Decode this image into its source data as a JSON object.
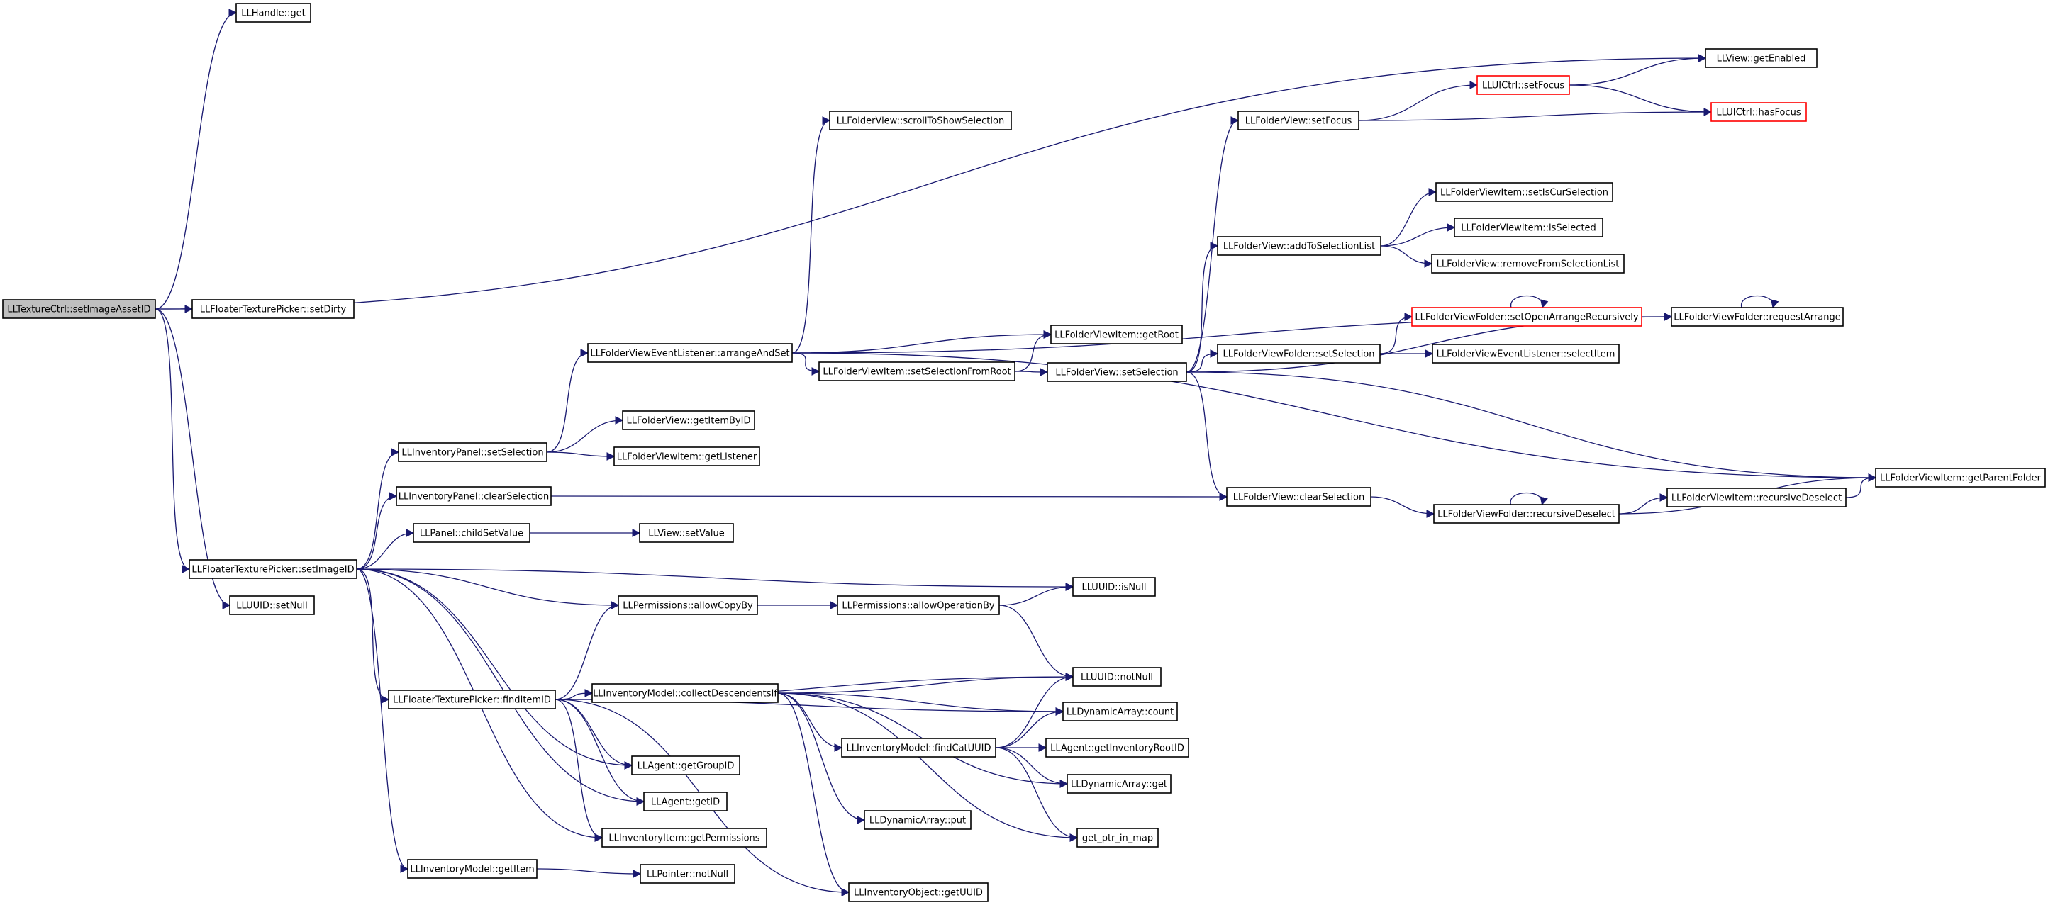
{
  "graph": {
    "edge_color": "#191970",
    "red_border_color": "#ff0000",
    "root_fill": "#bfbfbf",
    "nodes": [
      {
        "id": "texturectrl_setimageassetid",
        "label": "LLTextureCtrl::setImageAssetID",
        "style": "root"
      },
      {
        "id": "handle_get",
        "label": "LLHandle::get"
      },
      {
        "id": "view_getenabled",
        "label": "LLView::getEnabled"
      },
      {
        "id": "uictrl_setfocus",
        "label": "LLUICtrl::setFocus",
        "style": "red"
      },
      {
        "id": "uictrl_hasfocus",
        "label": "LLUICtrl::hasFocus",
        "style": "red"
      },
      {
        "id": "folderview_scrolltoshowselection",
        "label": "LLFolderView::scrollToShowSelection"
      },
      {
        "id": "folderview_setfocus",
        "label": "LLFolderView::setFocus"
      },
      {
        "id": "folderviewitem_setiscurselection",
        "label": "LLFolderViewItem::setIsCurSelection"
      },
      {
        "id": "folderview_addtoselectionlist",
        "label": "LLFolderView::addToSelectionList"
      },
      {
        "id": "folderviewitem_isselected",
        "label": "LLFolderViewItem::isSelected"
      },
      {
        "id": "folderview_removefromselectionlist",
        "label": "LLFolderView::removeFromSelectionList"
      },
      {
        "id": "floatertexturepicker_setdirty",
        "label": "LLFloaterTexturePicker::setDirty"
      },
      {
        "id": "folderviewfolder_setopenarrangerecursively",
        "label": "LLFolderViewFolder::setOpenArrangeRecursively",
        "style": "red"
      },
      {
        "id": "folderviewfolder_requestarrange",
        "label": "LLFolderViewFolder::requestArrange"
      },
      {
        "id": "folderviewitem_getroot",
        "label": "LLFolderViewItem::getRoot"
      },
      {
        "id": "folderviewfolder_setselection",
        "label": "LLFolderViewFolder::setSelection"
      },
      {
        "id": "folderviewventlistener_selectitem",
        "label": "LLFolderViewEventListener::selectItem"
      },
      {
        "id": "folderviewventlistener_arrangeandset",
        "label": "LLFolderViewEventListener::arrangeAndSet"
      },
      {
        "id": "folderviewitem_setselectionfromroot",
        "label": "LLFolderViewItem::setSelectionFromRoot"
      },
      {
        "id": "folderview_setselection",
        "label": "LLFolderView::setSelection"
      },
      {
        "id": "folderview_getitembyid",
        "label": "LLFolderView::getItemByID"
      },
      {
        "id": "inventorypanel_setselection",
        "label": "LLInventoryPanel::setSelection"
      },
      {
        "id": "folderviewitem_getlistener",
        "label": "LLFolderViewItem::getListener"
      },
      {
        "id": "folderviewitem_getparentfolder",
        "label": "LLFolderViewItem::getParentFolder"
      },
      {
        "id": "inventorypanel_clearselection",
        "label": "LLInventoryPanel::clearSelection"
      },
      {
        "id": "folderview_clearselection",
        "label": "LLFolderView::clearSelection"
      },
      {
        "id": "folderviewitem_recursivedeselect",
        "label": "LLFolderViewItem::recursiveDeselect"
      },
      {
        "id": "folderviewfolder_recursivedeselect",
        "label": "LLFolderViewFolder::recursiveDeselect"
      },
      {
        "id": "panel_childsetvalue",
        "label": "LLPanel::childSetValue"
      },
      {
        "id": "view_setvalue",
        "label": "LLView::setValue"
      },
      {
        "id": "floatertexturepicker_setimageid",
        "label": "LLFloaterTexturePicker::setImageID"
      },
      {
        "id": "uuid_isnull",
        "label": "LLUUID::isNull"
      },
      {
        "id": "uuid_setnull",
        "label": "LLUUID::setNull"
      },
      {
        "id": "permissions_allowcopyby",
        "label": "LLPermissions::allowCopyBy"
      },
      {
        "id": "permissions_allowoperationby",
        "label": "LLPermissions::allowOperationBy"
      },
      {
        "id": "uuid_notnull",
        "label": "LLUUID::notNull"
      },
      {
        "id": "floatertexturepicker_finditemid",
        "label": "LLFloaterTexturePicker::findItemID"
      },
      {
        "id": "inventorymodel_collectdescendentsif",
        "label": "LLInventoryModel::collectDescendentsIf"
      },
      {
        "id": "dynamicarray_count",
        "label": "LLDynamicArray::count"
      },
      {
        "id": "inventorymodel_findcatuuid",
        "label": "LLInventoryModel::findCatUUID"
      },
      {
        "id": "agent_getinventoryrootid",
        "label": "LLAgent::getInventoryRootID"
      },
      {
        "id": "agent_getgroupid",
        "label": "LLAgent::getGroupID"
      },
      {
        "id": "dynamicarray_get",
        "label": "LLDynamicArray::get"
      },
      {
        "id": "agent_getid",
        "label": "LLAgent::getID"
      },
      {
        "id": "dynamicarray_put",
        "label": "LLDynamicArray::put"
      },
      {
        "id": "inventoryitem_getpermissions",
        "label": "LLInventoryItem::getPermissions"
      },
      {
        "id": "get_ptr_in_map",
        "label": "get_ptr_in_map"
      },
      {
        "id": "inventorymodel_getitem",
        "label": "LLInventoryModel::getItem"
      },
      {
        "id": "pointer_notnull",
        "label": "LLPointer::notNull"
      },
      {
        "id": "inventoryobject_getuuid",
        "label": "LLInventoryObject::getUUID"
      }
    ],
    "edges": [
      {
        "from": "texturectrl_setimageassetid",
        "to": "handle_get"
      },
      {
        "from": "texturectrl_setimageassetid",
        "to": "view_getenabled"
      },
      {
        "from": "texturectrl_setimageassetid",
        "to": "floatertexturepicker_setdirty"
      },
      {
        "from": "texturectrl_setimageassetid",
        "to": "floatertexturepicker_setimageid"
      },
      {
        "from": "texturectrl_setimageassetid",
        "to": "uuid_setnull"
      },
      {
        "from": "uictrl_setfocus",
        "to": "view_getenabled"
      },
      {
        "from": "uictrl_setfocus",
        "to": "uictrl_hasfocus"
      },
      {
        "from": "folderview_setfocus",
        "to": "uictrl_setfocus"
      },
      {
        "from": "folderview_setfocus",
        "to": "uictrl_hasfocus"
      },
      {
        "from": "folderview_addtoselectionlist",
        "to": "folderviewitem_setiscurselection"
      },
      {
        "from": "folderview_addtoselectionlist",
        "to": "folderviewitem_isselected"
      },
      {
        "from": "folderview_addtoselectionlist",
        "to": "folderview_removefromselectionlist"
      },
      {
        "from": "folderviewfolder_setopenarrangerecursively",
        "to": "folderviewfolder_setopenarrangerecursively"
      },
      {
        "from": "folderviewfolder_setopenarrangerecursively",
        "to": "folderviewfolder_requestarrange"
      },
      {
        "from": "folderviewfolder_requestarrange",
        "to": "folderviewfolder_requestarrange"
      },
      {
        "from": "folderviewfolder_setselection",
        "to": "folderviewfolder_setopenarrangerecursively"
      },
      {
        "from": "folderviewfolder_setselection",
        "to": "folderviewventlistener_selectitem"
      },
      {
        "from": "folderviewventlistener_arrangeandset",
        "to": "folderview_scrolltoshowselection"
      },
      {
        "from": "folderviewventlistener_arrangeandset",
        "to": "folderviewfolder_requestarrange"
      },
      {
        "from": "folderviewventlistener_arrangeandset",
        "to": "folderviewitem_getroot"
      },
      {
        "from": "folderviewventlistener_arrangeandset",
        "to": "folderviewitem_setselectionfromroot"
      },
      {
        "from": "folderviewventlistener_arrangeandset",
        "to": "folderviewitem_getparentfolder"
      },
      {
        "from": "folderviewitem_setselectionfromroot",
        "to": "folderviewitem_getroot"
      },
      {
        "from": "folderviewitem_setselectionfromroot",
        "to": "folderview_setselection"
      },
      {
        "from": "folderview_setselection",
        "to": "folderview_setfocus"
      },
      {
        "from": "folderview_setselection",
        "to": "folderview_addtoselectionlist"
      },
      {
        "from": "folderview_setselection",
        "to": "folderviewfolder_setselection"
      },
      {
        "from": "folderview_setselection",
        "to": "folderviewfolder_requestarrange"
      },
      {
        "from": "folderview_setselection",
        "to": "folderviewitem_getparentfolder"
      },
      {
        "from": "folderview_setselection",
        "to": "folderview_clearselection"
      },
      {
        "from": "inventorypanel_setselection",
        "to": "folderviewventlistener_arrangeandset"
      },
      {
        "from": "inventorypanel_setselection",
        "to": "folderview_getitembyid"
      },
      {
        "from": "inventorypanel_setselection",
        "to": "folderviewitem_getlistener"
      },
      {
        "from": "inventorypanel_clearselection",
        "to": "folderview_clearselection"
      },
      {
        "from": "folderview_clearselection",
        "to": "folderviewfolder_recursivedeselect"
      },
      {
        "from": "folderviewfolder_recursivedeselect",
        "to": "folderviewfolder_recursivedeselect"
      },
      {
        "from": "folderviewfolder_recursivedeselect",
        "to": "folderviewitem_recursivedeselect"
      },
      {
        "from": "folderviewfolder_recursivedeselect",
        "to": "folderviewitem_getparentfolder"
      },
      {
        "from": "folderviewitem_recursivedeselect",
        "to": "folderviewitem_getparentfolder"
      },
      {
        "from": "panel_childsetvalue",
        "to": "view_setvalue"
      },
      {
        "from": "floatertexturepicker_setimageid",
        "to": "inventorypanel_setselection"
      },
      {
        "from": "floatertexturepicker_setimageid",
        "to": "inventorypanel_clearselection"
      },
      {
        "from": "floatertexturepicker_setimageid",
        "to": "panel_childsetvalue"
      },
      {
        "from": "floatertexturepicker_setimageid",
        "to": "uuid_isnull"
      },
      {
        "from": "floatertexturepicker_setimageid",
        "to": "permissions_allowcopyby"
      },
      {
        "from": "floatertexturepicker_setimageid",
        "to": "floatertexturepicker_finditemid"
      },
      {
        "from": "floatertexturepicker_setimageid",
        "to": "agent_getid"
      },
      {
        "from": "floatertexturepicker_setimageid",
        "to": "inventoryitem_getpermissions"
      },
      {
        "from": "floatertexturepicker_setimageid",
        "to": "inventorymodel_getitem"
      },
      {
        "from": "floatertexturepicker_setimageid",
        "to": "agent_getgroupid"
      },
      {
        "from": "permissions_allowcopyby",
        "to": "permissions_allowoperationby"
      },
      {
        "from": "permissions_allowoperationby",
        "to": "uuid_isnull"
      },
      {
        "from": "permissions_allowoperationby",
        "to": "uuid_notnull"
      },
      {
        "from": "floatertexturepicker_finditemid",
        "to": "permissions_allowcopyby"
      },
      {
        "from": "floatertexturepicker_finditemid",
        "to": "inventorymodel_collectdescendentsif"
      },
      {
        "from": "floatertexturepicker_finditemid",
        "to": "uuid_notnull"
      },
      {
        "from": "floatertexturepicker_finditemid",
        "to": "dynamicarray_count"
      },
      {
        "from": "floatertexturepicker_finditemid",
        "to": "agent_getgroupid"
      },
      {
        "from": "floatertexturepicker_finditemid",
        "to": "agent_getid"
      },
      {
        "from": "floatertexturepicker_finditemid",
        "to": "inventoryitem_getpermissions"
      },
      {
        "from": "floatertexturepicker_finditemid",
        "to": "inventoryobject_getuuid"
      },
      {
        "from": "inventorymodel_collectdescendentsif",
        "to": "uuid_notnull"
      },
      {
        "from": "inventorymodel_collectdescendentsif",
        "to": "dynamicarray_count"
      },
      {
        "from": "inventorymodel_collectdescendentsif",
        "to": "inventorymodel_findcatuuid"
      },
      {
        "from": "inventorymodel_collectdescendentsif",
        "to": "dynamicarray_get"
      },
      {
        "from": "inventorymodel_collectdescendentsif",
        "to": "dynamicarray_put"
      },
      {
        "from": "inventorymodel_collectdescendentsif",
        "to": "inventoryobject_getuuid"
      },
      {
        "from": "inventorymodel_collectdescendentsif",
        "to": "get_ptr_in_map"
      },
      {
        "from": "inventorymodel_findcatuuid",
        "to": "uuid_notnull"
      },
      {
        "from": "inventorymodel_findcatuuid",
        "to": "dynamicarray_count"
      },
      {
        "from": "inventorymodel_findcatuuid",
        "to": "agent_getinventoryrootid"
      },
      {
        "from": "inventorymodel_findcatuuid",
        "to": "dynamicarray_get"
      },
      {
        "from": "inventorymodel_findcatuuid",
        "to": "get_ptr_in_map"
      },
      {
        "from": "inventorymodel_getitem",
        "to": "pointer_notnull"
      }
    ]
  }
}
